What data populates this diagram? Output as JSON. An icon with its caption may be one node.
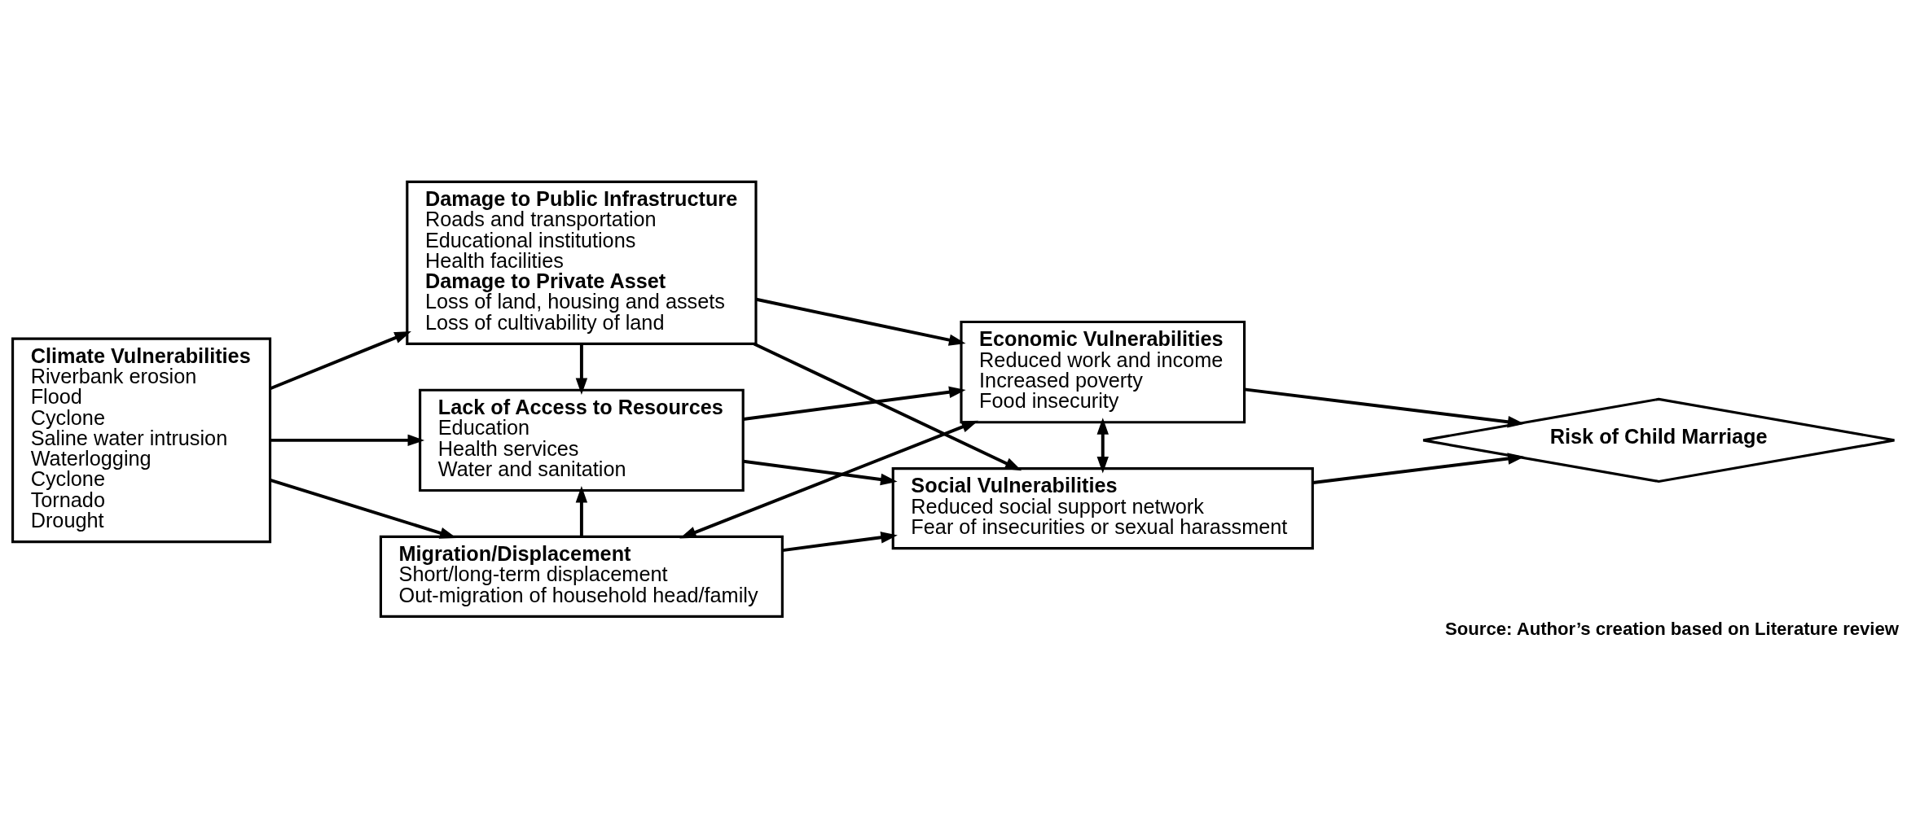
{
  "diagram": {
    "caption": "Source: Author’s creation based on Literature review",
    "nodes": [
      {
        "text": [
          "Climate Vulnerabilities",
          "Riverbank erosion",
          "Flood",
          "Cyclone",
          "Saline water intrusion",
          "Waterlogging",
          "Cyclone",
          "Tornado",
          "Drought"
        ]
      },
      {
        "text": [
          "Damage to Public Infrastructure",
          "Roads and transportation",
          "Educational institutions",
          "Health facilities",
          "Damage to Private Asset",
          "Loss of land, housing and assets",
          "Loss of cultivability of land"
        ]
      },
      {
        "text": [
          "Lack of Access to Resources",
          "Education",
          "Health services",
          "Water and sanitation"
        ]
      },
      {
        "text": [
          "Migration/Displacement",
          "Short/long-term displacement",
          "Out-migration of household head/family"
        ]
      },
      {
        "text": [
          "Economic Vulnerabilities",
          "Reduced work and income",
          "Increased poverty",
          "Food insecurity"
        ]
      },
      {
        "text": [
          "Social Vulnerabilities",
          "Reduced social support network",
          "Fear of insecurities or sexual harassment"
        ]
      },
      {
        "text": [
          "Risk of Child Marriage"
        ]
      }
    ],
    "edges": [
      {
        "from": 0,
        "to": 1,
        "arrow": "to"
      },
      {
        "from": 0,
        "to": 2,
        "arrow": "to"
      },
      {
        "from": 0,
        "to": 3,
        "arrow": "to"
      },
      {
        "from": 1,
        "to": 2,
        "arrow": "to"
      },
      {
        "from": 3,
        "to": 2,
        "arrow": "to"
      },
      {
        "from": 1,
        "to": 4,
        "arrow": "to"
      },
      {
        "from": 1,
        "to": 5,
        "arrow": "to"
      },
      {
        "from": 2,
        "to": 4,
        "arrow": "to"
      },
      {
        "from": 2,
        "to": 5,
        "arrow": "to"
      },
      {
        "from": 3,
        "to": 4,
        "arrow": "both"
      },
      {
        "from": 3,
        "to": 5,
        "arrow": "to"
      },
      {
        "from": 4,
        "to": 5,
        "arrow": "both"
      },
      {
        "from": 4,
        "to": 6,
        "arrow": "to"
      },
      {
        "from": 5,
        "to": 6,
        "arrow": "to"
      }
    ]
  }
}
